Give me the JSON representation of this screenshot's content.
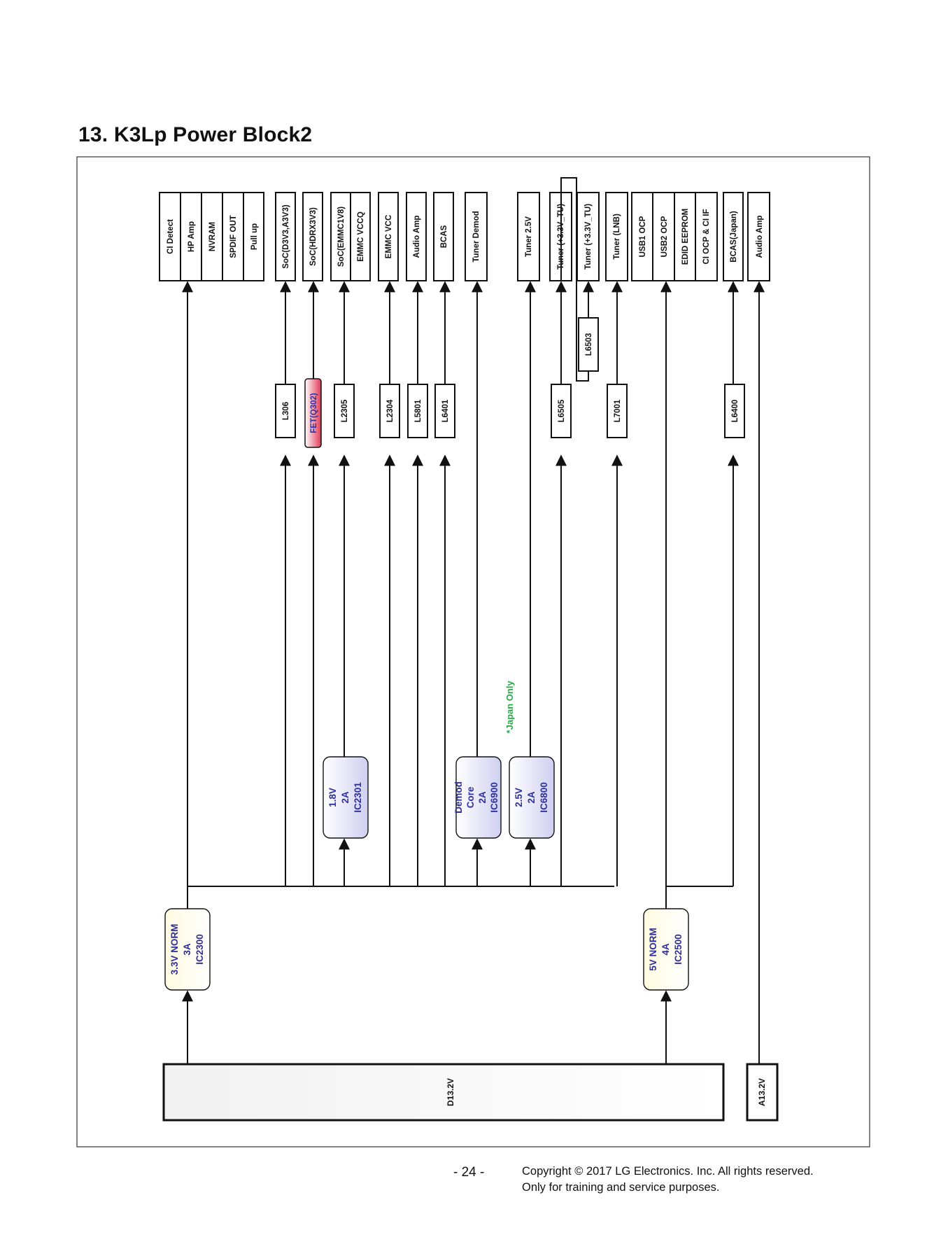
{
  "title": "13. K3Lp Power Block2",
  "footer": {
    "page_number": "- 24 -",
    "copyright_line1": "Copyright  © 2017 LG Electronics. Inc. All rights reserved.",
    "copyright_line2": "Only for training and service purposes."
  },
  "colors": {
    "line": "#111111",
    "regulator_text": "#2e2e9e",
    "regulator_fill_blue": "#dcdcf4",
    "regulator_fill_yellow": "#fbf6d2",
    "fet_fill": "#e0445e",
    "japan_note": "#2aa848"
  },
  "sources": {
    "d13v": "D13.2V",
    "a13v": "A13.2V"
  },
  "regulators": {
    "norm33": [
      "3.3V NORM",
      "3A",
      "IC2300"
    ],
    "norm5": [
      "5V NORM",
      "4A",
      "IC2500"
    ],
    "reg18": [
      "1.8V",
      "2A",
      "IC2301"
    ],
    "demod": [
      "Demod",
      "Core",
      "2A",
      "IC6900"
    ],
    "reg25": [
      "2.5V",
      "2A",
      "IC6800"
    ]
  },
  "japan_note": "*Japan Only",
  "inductors": {
    "L306": "L306",
    "FET": "FET(Q302)",
    "L2305": "L2305",
    "L2304": "L2304",
    "L5801": "L5801",
    "L6401": "L6401",
    "L6505": "L6505",
    "L6503": "L6503",
    "L7001": "L7001",
    "L6400": "L6400"
  },
  "loads": {
    "ci_detect": "CI Detect",
    "hp_amp": "HP Amp",
    "nvram": "NVRAM",
    "spdif_out": "SPDIF OUT",
    "pull_up": "Pull up",
    "soc_d3v3": "SoC(D3V3,A3V3)",
    "soc_hdrx": "SoC(HDRX3V3)",
    "soc_emmc": "SoC(EMMC1V8)",
    "emmc_vccq": "EMMC VCCQ",
    "emmc_vcc": "EMMC VCC",
    "audio_amp_1": "Audio Amp",
    "bcas": "BCAS",
    "tuner_demod": "Tuner Demod",
    "tuner_25v": "Tuner 2.5V",
    "tuner_33v_a": "Tuner (+3.3V_TU)",
    "tuner_33v_b": "Tuner (+3.3V_TU)",
    "tuner_lnb": "Tuner (LNB)",
    "usb1_ocp": "USB1 OCP",
    "usb2_ocp": "USB2 OCP",
    "edid_eeprom": "EDID EEPROM",
    "ci_ocp_if": "CI OCP & CI  IF",
    "bcas_japan": "BCAS(Japan)",
    "audio_amp_2": "Audio Amp"
  }
}
